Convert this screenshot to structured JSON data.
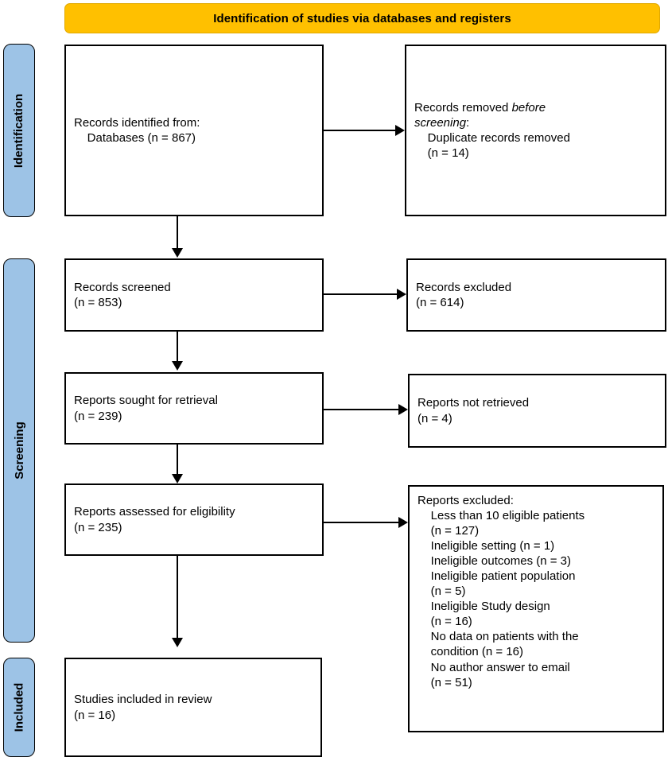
{
  "banner": {
    "title": "Identification of studies via databases and registers",
    "color": "#FFC000"
  },
  "stages": {
    "color": "#9DC3E6",
    "identification": "Identification",
    "screening": "Screening",
    "included": "Included"
  },
  "boxes": {
    "identified": {
      "line1": "Records identified from:",
      "line2": "    Databases (n = 867)"
    },
    "removed": {
      "line1_a": "Records removed ",
      "line1_italic": "before",
      "line2_italic": "screening",
      "line2_b": ":",
      "line3": "    Duplicate records removed",
      "line4": "    (n = 14)"
    },
    "screened": {
      "line1": "Records screened",
      "line2": "(n = 853)"
    },
    "excluded": {
      "line1": "Records excluded",
      "line2": "(n = 614)"
    },
    "sought": {
      "line1": "Reports sought for retrieval",
      "line2": "(n = 239)"
    },
    "not_retrieved": {
      "line1": "Reports not retrieved",
      "line2": "(n = 4)"
    },
    "assessed": {
      "line1": "Reports assessed for eligibility",
      "line2": "(n = 235)"
    },
    "reports_excluded": {
      "heading": "Reports excluded:",
      "items": [
        "    Less than 10 eligible patients",
        "    (n = 127)",
        "    Ineligible setting (n = 1)",
        "    Ineligible outcomes (n = 3)",
        "    Ineligible patient population",
        "    (n = 5)",
        "    Ineligible Study design",
        "    (n = 16)",
        "    No data on patients with the",
        "    condition (n = 16)",
        "    No author answer to email",
        "    (n = 51)"
      ]
    },
    "included": {
      "line1": "Studies included in review",
      "line2": "(n = 16)"
    }
  }
}
